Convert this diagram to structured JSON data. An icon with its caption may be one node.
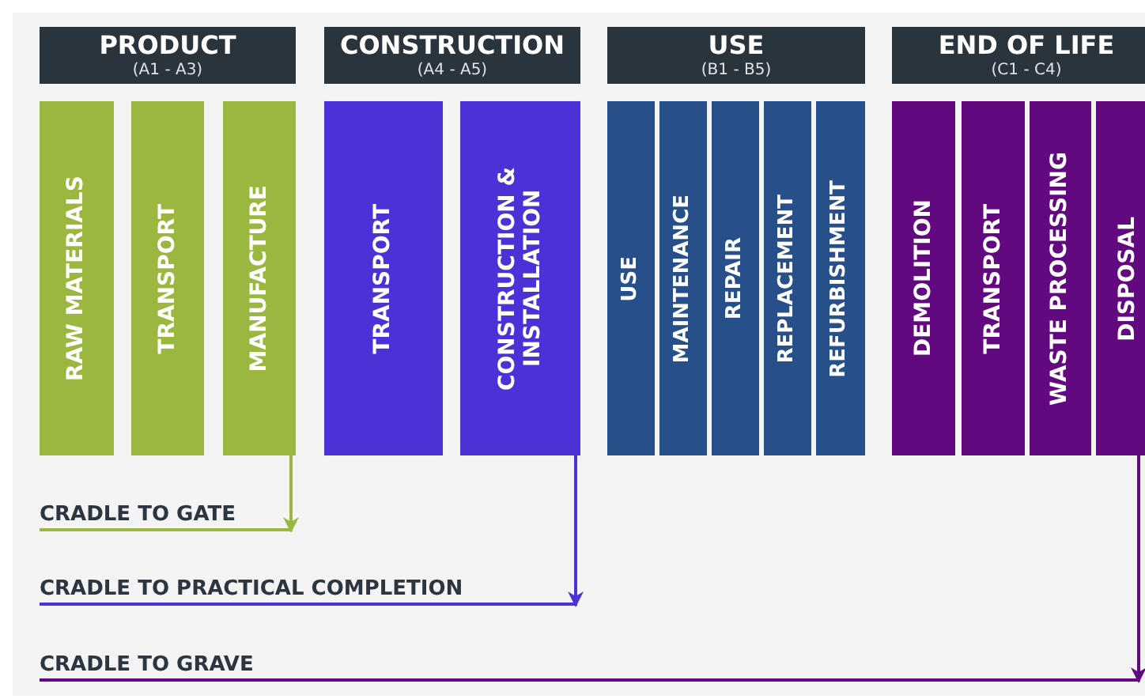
{
  "diagram": {
    "nodes": [
      {
        "text": [
          "PRODUCT",
          "(A1 - A3)"
        ]
      },
      {
        "text": [
          "RAW MATERIALS"
        ]
      },
      {
        "text": [
          "TRANSPORT"
        ]
      },
      {
        "text": [
          "MANUFACTURE"
        ]
      },
      {
        "text": [
          "CONSTRUCTION",
          "(A4 - A5)"
        ]
      },
      {
        "text": [
          "TRANSPORT"
        ]
      },
      {
        "text": [
          "CONSTRUCTION & INSTALLATION"
        ]
      },
      {
        "text": [
          "USE",
          "(B1 - B5)"
        ]
      },
      {
        "text": [
          "USE"
        ]
      },
      {
        "text": [
          "MAINTENANCE"
        ]
      },
      {
        "text": [
          "REPAIR"
        ]
      },
      {
        "text": [
          "REPLACEMENT"
        ]
      },
      {
        "text": [
          "REFURBISHMENT"
        ]
      },
      {
        "text": [
          "END OF LIFE",
          "(C1 - C4)"
        ]
      },
      {
        "text": [
          "DEMOLITION"
        ]
      },
      {
        "text": [
          "TRANSPORT"
        ]
      },
      {
        "text": [
          "WASTE PROCESSING"
        ]
      },
      {
        "text": [
          "DISPOSAL"
        ]
      },
      {
        "text": [
          "CRADLE TO GATE"
        ]
      },
      {
        "text": [
          "CRADLE TO PRACTICAL COMPLETION"
        ]
      },
      {
        "text": [
          "CRADLE TO GRAVE"
        ]
      }
    ],
    "edges": [
      {
        "from": 3,
        "to": 18,
        "arrow": "to",
        "color": "#9ab83f"
      },
      {
        "from": 6,
        "to": 19,
        "arrow": "to",
        "color": "#4a32d6"
      },
      {
        "from": 17,
        "to": 20,
        "arrow": "to",
        "color": "#62097f"
      }
    ]
  }
}
